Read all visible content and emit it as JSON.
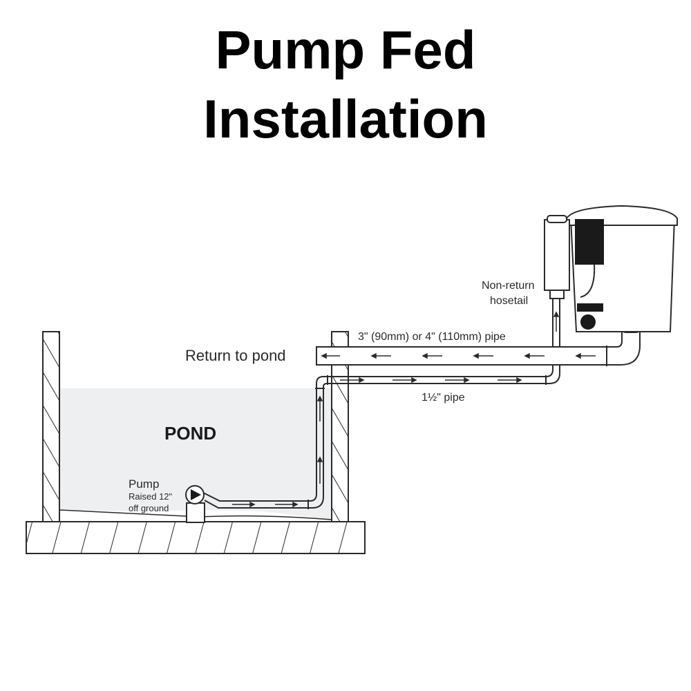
{
  "title": {
    "line1": "Pump Fed",
    "line2": "Installation"
  },
  "labels": {
    "pond": "POND",
    "return_to_pond": "Return to pond",
    "large_pipe": "3\" (90mm) or 4\" (110mm) pipe",
    "small_pipe": "1½\" pipe",
    "non_return_line1": "Non-return",
    "non_return_line2": "hosetail",
    "pump_line1": "Pump",
    "pump_line2": "Raised 12\"",
    "pump_line3": "off ground"
  },
  "colors": {
    "line": "#2a2a2a",
    "water": "#eeeff0",
    "filter_dark": "#1a1a1a"
  }
}
